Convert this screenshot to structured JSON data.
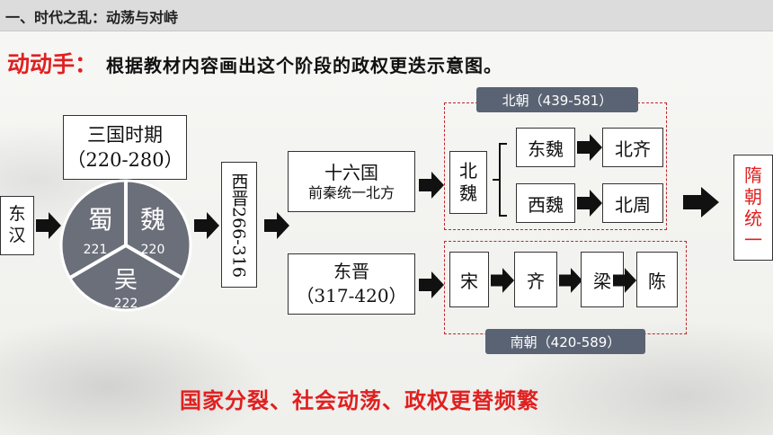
{
  "header": {
    "title": "一、时代之乱：动荡与对峙"
  },
  "task": {
    "label": "动动手：",
    "instruction": "根据教材内容画出这个阶段的政权更迭示意图。"
  },
  "nodes": {
    "donghan": "东汉",
    "sanguo_title": "三国时期",
    "sanguo_years": "（220-280）",
    "shu": "蜀",
    "shu_year": "221",
    "wei": "魏",
    "wei_year": "220",
    "wu": "吴",
    "wu_year": "222",
    "xijin": "西晋266-316",
    "shiliuguo_title": "十六国",
    "shiliuguo_sub": "前秦统一北方",
    "beiwei": "北魏",
    "dongwei": "东魏",
    "xiwei": "西魏",
    "beiqi": "北齐",
    "beizhou": "北周",
    "dongjin_title": "东晋",
    "dongjin_years": "（317-420）",
    "song": "宋",
    "qi": "齐",
    "liang": "梁",
    "chen": "陈",
    "sui": "隋朝统一"
  },
  "tags": {
    "beichao": "北朝（439-581）",
    "nanchao": "南朝（420-589）"
  },
  "summary": "国家分裂、社会动荡、政权更替频繁",
  "colors": {
    "accent_red": "#e02020",
    "pie_gray": "#6b6f7a",
    "tag_bg": "#5a6373"
  }
}
